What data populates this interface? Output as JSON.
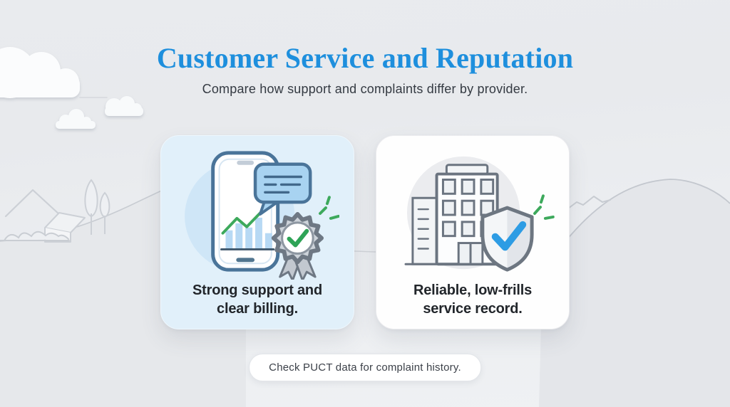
{
  "page": {
    "title": "Customer Service and Reputation",
    "subtitle": "Compare how support and complaints differ by provider."
  },
  "cards": [
    {
      "id": "support-billing",
      "caption": "Strong support and\nclear billing.",
      "illustration": "phone-with-chart-chat-bubble-and-award-badge",
      "background": "#e1f0fa"
    },
    {
      "id": "service-record",
      "caption": "Reliable, low-frills\nservice record.",
      "illustration": "office-building-with-shield-check",
      "background": "#fefefe"
    }
  ],
  "footer": {
    "note": "Check PUCT data for complaint history."
  },
  "colors": {
    "title_blue": "#1e8fdd",
    "text_dark": "#22262b",
    "accent_green": "#3da95c",
    "check_blue": "#2d9ce4",
    "card_blue_bg": "#e1f0fa",
    "chat_bubble_blue": "#a8d3f1",
    "badge_gray": "#ccd2d9"
  }
}
